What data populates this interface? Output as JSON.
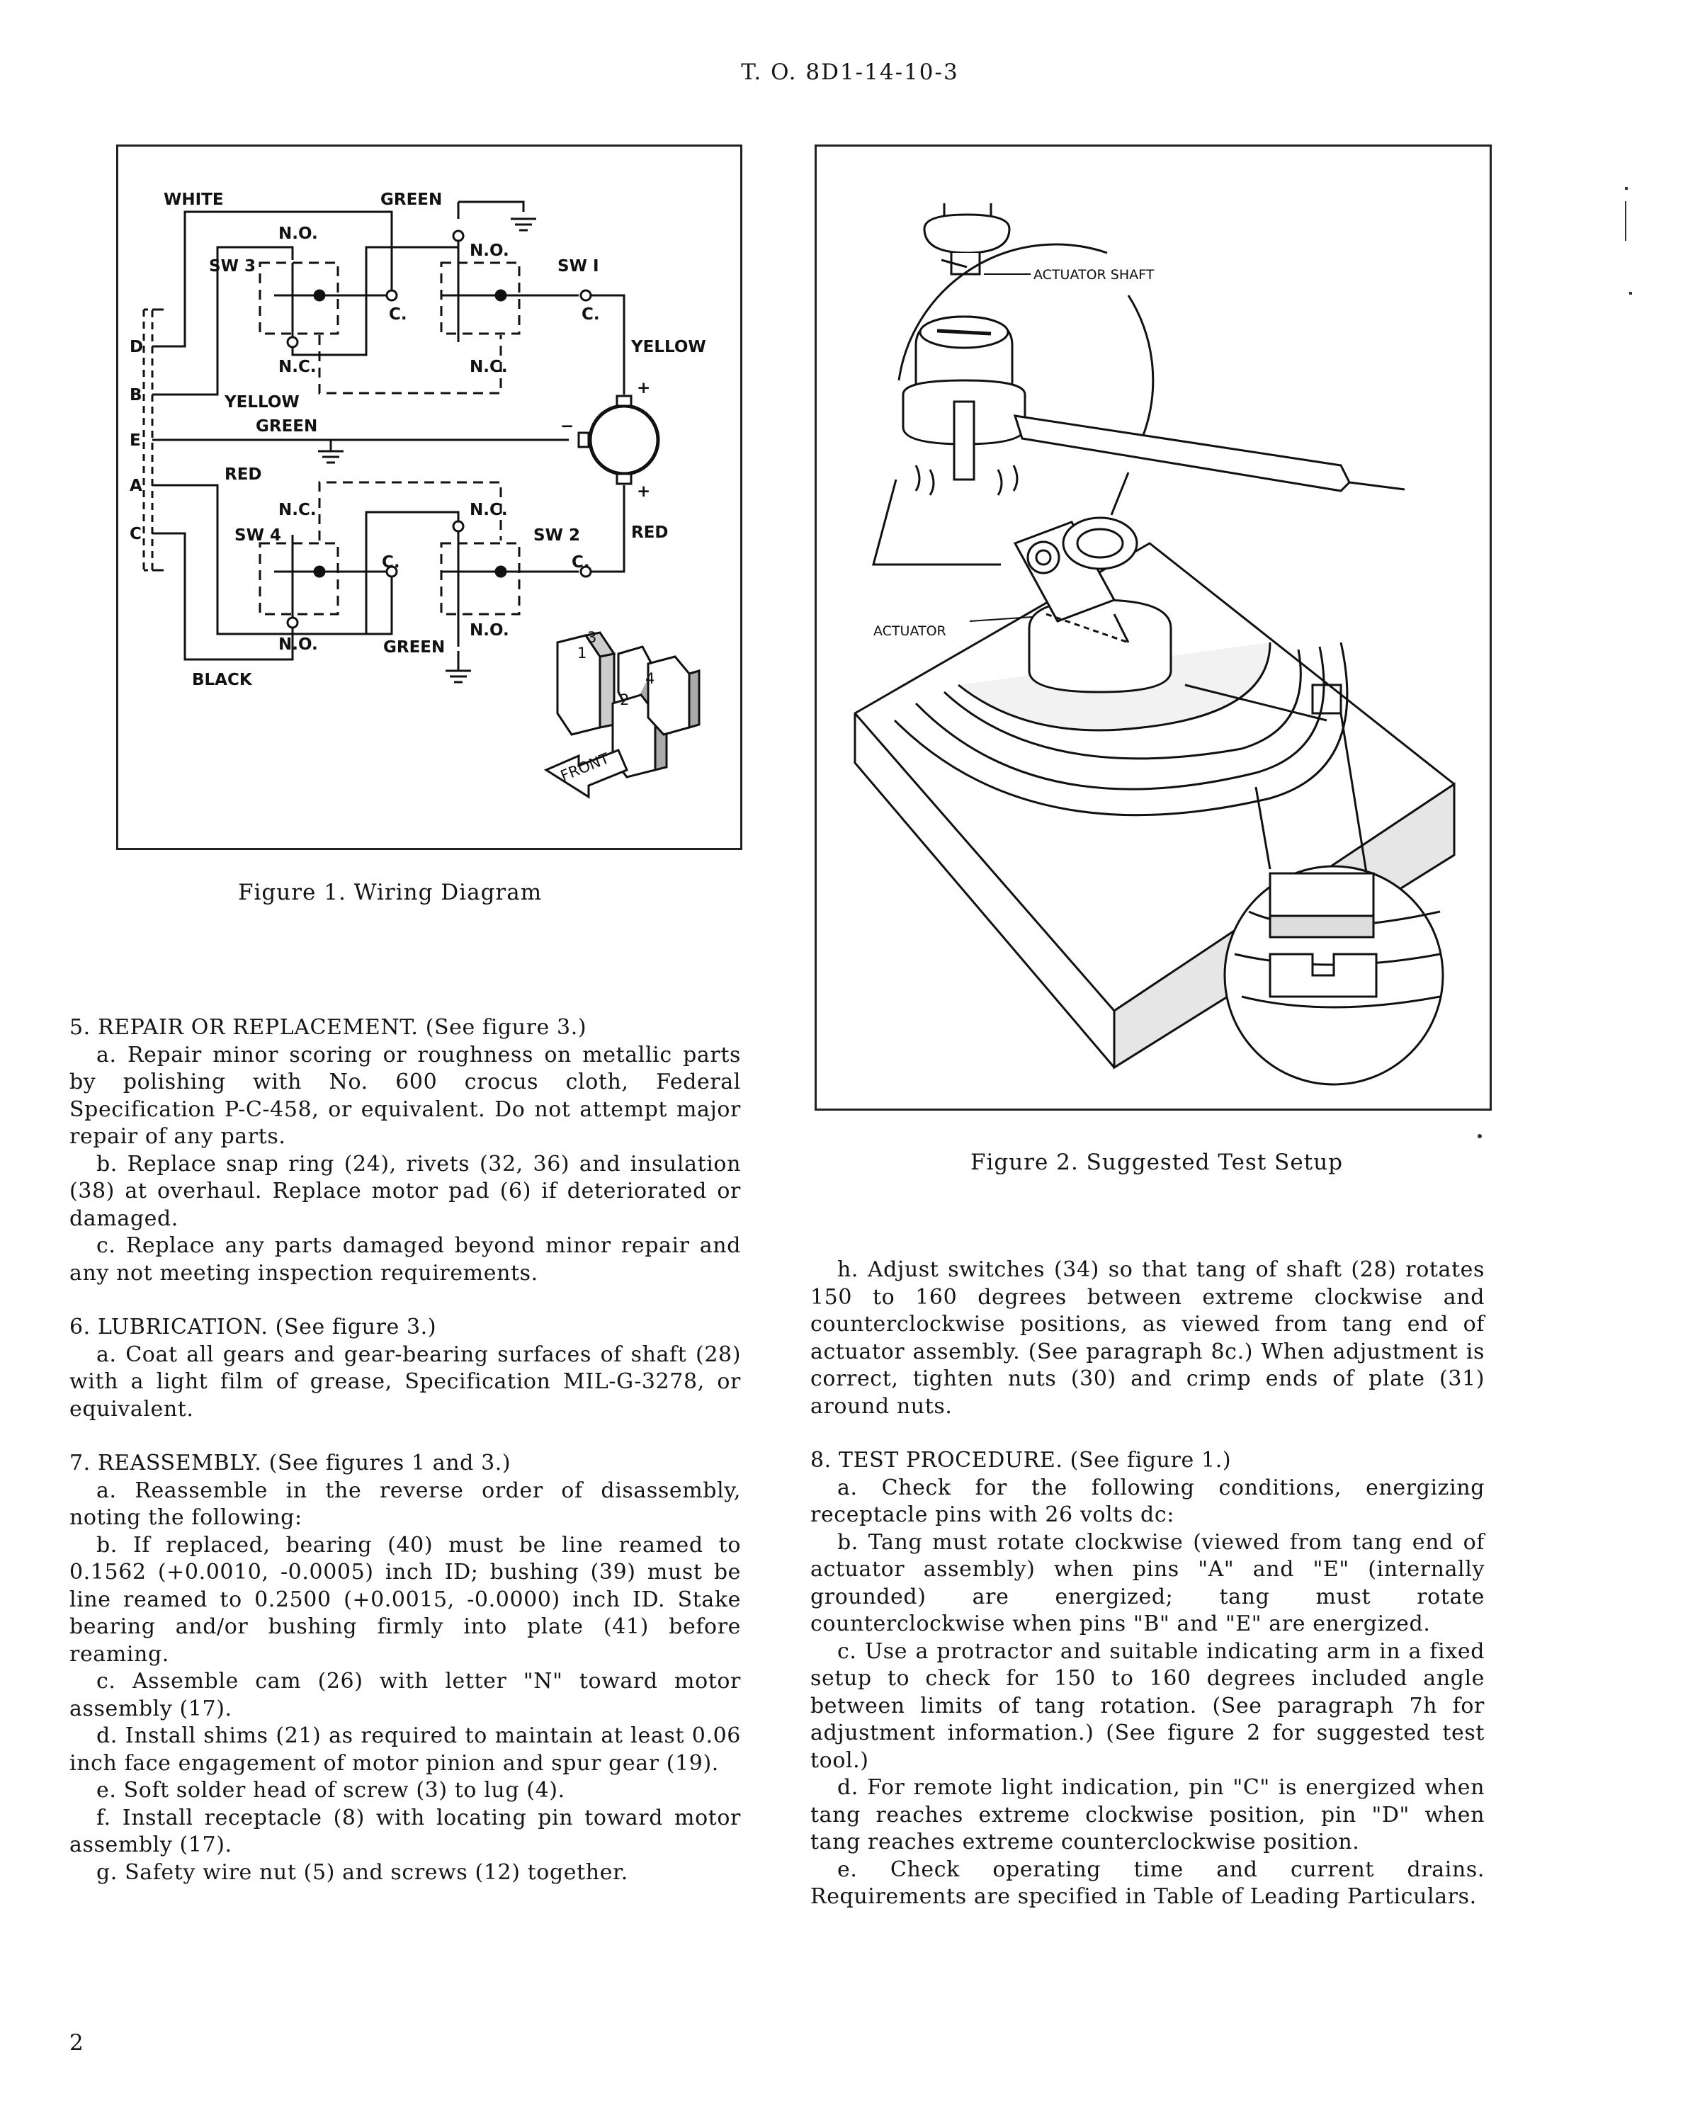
{
  "header": "T. O. 8D1-14-10-3",
  "page_number": "2",
  "figure1": {
    "caption": "Figure 1.  Wiring Diagram",
    "labels": {
      "white": "WHITE",
      "green": "GREEN",
      "yellow": "YELLOW",
      "red": "RED",
      "black": "BLACK",
      "no": "N.O.",
      "nc": "N.C.",
      "c": "C.",
      "plus": "+",
      "minus": "−",
      "sw1": "SW I",
      "sw2": "SW 2",
      "sw3": "SW 3",
      "sw4": "SW 4",
      "pin_d": "D",
      "pin_b": "B",
      "pin_e": "E",
      "pin_a": "A",
      "pin_c": "C",
      "n1": "1",
      "n2": "2",
      "n3": "3",
      "n4": "4",
      "front": "FRONT"
    }
  },
  "figure2": {
    "caption": "Figure 2.  Suggested Test Setup",
    "labels": {
      "actuator_shaft": "ACTUATOR SHAFT",
      "actuator": "ACTUATOR"
    }
  },
  "left_column": [
    {
      "type": "heading",
      "text": "5.  REPAIR OR REPLACEMENT.  (See figure 3.)"
    },
    {
      "type": "para",
      "text": "a.  Repair minor scoring or roughness on metallic parts by polishing with No. 600 crocus cloth, Federal Specification P-C-458, or equivalent.  Do not attempt major repair of any parts."
    },
    {
      "type": "para",
      "text": "b.  Replace snap ring (24), rivets (32, 36) and insulation (38) at overhaul.  Replace motor pad (6) if deteriorated or damaged."
    },
    {
      "type": "para",
      "text": "c.  Replace any parts damaged beyond minor repair and any not meeting inspection requirements."
    },
    {
      "type": "heading",
      "text": "6.  LUBRICATION.  (See figure 3.)"
    },
    {
      "type": "para",
      "text": "a.  Coat all gears and gear-bearing surfaces of shaft (28) with a light film of grease, Specification MIL-G-3278, or equivalent."
    },
    {
      "type": "heading",
      "text": "7.  REASSEMBLY.  (See figures 1 and 3.)"
    },
    {
      "type": "para",
      "text": "a.  Reassemble in the reverse order of disassembly, noting the following:"
    },
    {
      "type": "para",
      "text": "b.  If replaced, bearing (40) must be line reamed to 0.1562 (+0.0010, -0.0005) inch ID; bushing (39) must be line reamed to 0.2500 (+0.0015, -0.0000) inch ID.  Stake bearing and/or bushing firmly into plate (41) before reaming."
    },
    {
      "type": "para",
      "text": "c.  Assemble cam (26) with letter \"N\" toward motor assembly (17)."
    },
    {
      "type": "para",
      "text": "d.  Install shims (21) as required to maintain at least 0.06 inch face engagement of motor pinion and spur gear (19)."
    },
    {
      "type": "para",
      "text": "e.  Soft solder head of screw (3) to lug (4)."
    },
    {
      "type": "para",
      "text": "f.  Install receptacle (8) with locating pin toward motor assembly (17)."
    },
    {
      "type": "para",
      "text": "g.  Safety wire nut (5) and screws (12) together."
    }
  ],
  "right_column": [
    {
      "type": "para",
      "text": "h.  Adjust switches (34) so that tang of shaft (28) rotates 150 to 160 degrees between extreme clockwise and counterclockwise positions, as viewed from tang end of actuator assembly.  (See paragraph 8c.)  When adjustment is correct, tighten nuts (30) and crimp ends of plate (31) around nuts."
    },
    {
      "type": "heading",
      "text": "8.  TEST PROCEDURE.  (See figure 1.)"
    },
    {
      "type": "para",
      "text": "a.  Check for the following conditions, energizing receptacle pins with 26 volts dc:"
    },
    {
      "type": "para",
      "text": "b.  Tang must rotate clockwise (viewed from tang end of actuator assembly) when pins \"A\" and \"E\" (internally grounded) are energized; tang must rotate counterclockwise when pins \"B\" and \"E\" are energized."
    },
    {
      "type": "para",
      "text": "c.  Use a protractor and suitable indicating arm in a fixed setup to check for 150 to 160 degrees included angle between limits of tang rotation.  (See paragraph 7h for adjustment information.)  (See figure 2 for suggested test tool.)"
    },
    {
      "type": "para",
      "text": "d.  For remote light indication, pin \"C\" is energized when tang reaches extreme clockwise position, pin \"D\" when tang reaches extreme counterclockwise position."
    },
    {
      "type": "para",
      "text": "e.  Check operating time and current drains.  Requirements are specified in Table of Leading Particulars."
    }
  ]
}
